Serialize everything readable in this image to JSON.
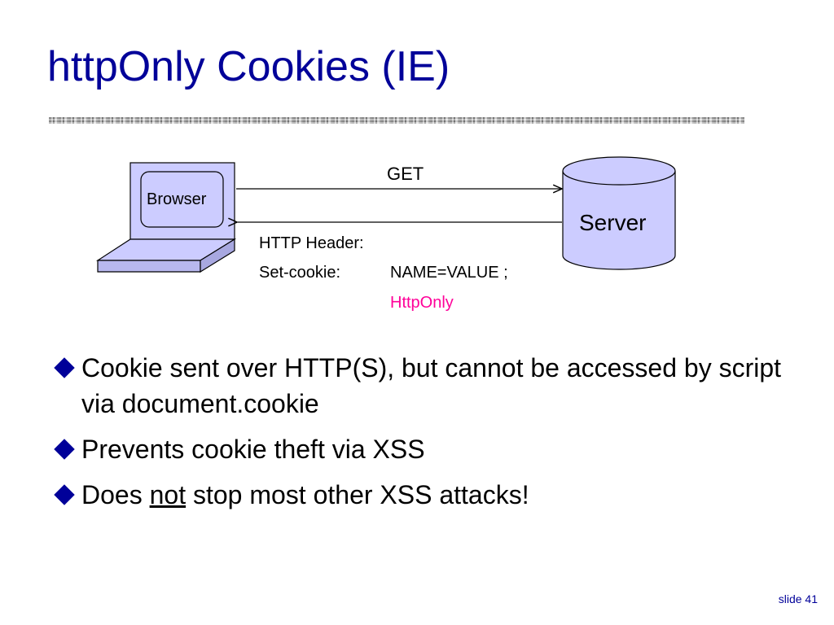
{
  "slide": {
    "title": "httpOnly Cookies (IE)",
    "footer": "slide 41"
  },
  "diagram": {
    "browser_label": "Browser",
    "server_label": "Server",
    "request_label": "GET",
    "response": {
      "header_label": "HTTP Header:",
      "set_cookie_label": "Set-cookie:",
      "cookie_value": "NAME=VALUE ;",
      "flag": "HttpOnly"
    }
  },
  "bullets": {
    "item1": "Cookie sent over HTTP(S), but cannot be accessed by script via document.cookie",
    "item2": "Prevents cookie theft via XSS",
    "item3_pre": "Does ",
    "item3_emph": "not",
    "item3_post": " stop most other XSS attacks!"
  },
  "colors": {
    "title": "#000099",
    "shape_fill": "#ccccff",
    "flag": "#ff0099",
    "bullet": "#000099"
  }
}
